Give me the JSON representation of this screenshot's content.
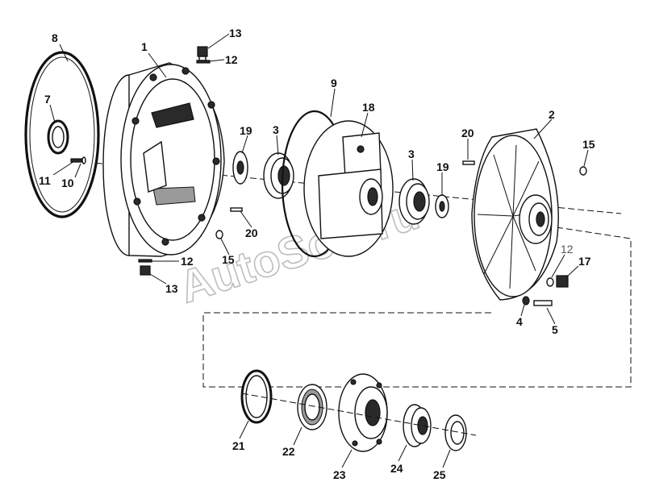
{
  "watermark": "AutoSoft.ru",
  "callouts": {
    "c1": "1",
    "c2": "2",
    "c3a": "3",
    "c3b": "3",
    "c4": "4",
    "c5": "5",
    "c7": "7",
    "c8": "8",
    "c9": "9",
    "c10": "10",
    "c11": "11",
    "c12a": "12",
    "c12b": "12",
    "c12c": "12",
    "c13a": "13",
    "c13b": "13",
    "c15a": "15",
    "c15b": "15",
    "c17": "17",
    "c18": "18",
    "c19a": "19",
    "c19b": "19",
    "c20a": "20",
    "c20b": "20",
    "c21": "21",
    "c22": "22",
    "c23": "23",
    "c24": "24",
    "c25": "25"
  }
}
